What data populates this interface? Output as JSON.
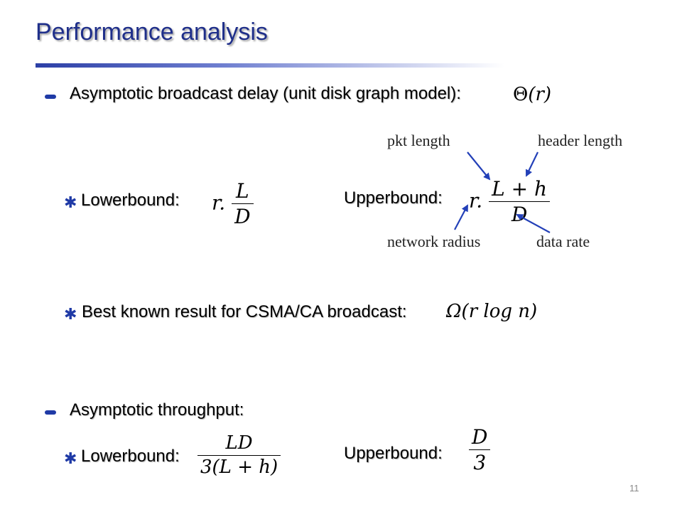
{
  "slide": {
    "title": "Performance analysis",
    "page_number": "11"
  },
  "delay": {
    "heading": "Asymptotic broadcast delay (unit disk graph model):",
    "formula_fn": "Θ",
    "formula_arg": "(r)",
    "lower_label": "Lowerbound:",
    "lower_prefix": "r.",
    "lower_num": "L",
    "lower_den": "D",
    "upper_label": "Upperbound:",
    "upper_prefix": "r.",
    "upper_num": "L + h",
    "upper_den": "D",
    "annotations": {
      "pkt_length": "pkt length",
      "header_length": "header length",
      "network_radius": "network radius",
      "data_rate": "data rate"
    },
    "best_label": "Best known result for CSMA/CA broadcast:",
    "best_formula": "Ω(r log n)"
  },
  "throughput": {
    "heading": "Asymptotic throughput:",
    "lower_label": "Lowerbound:",
    "lower_num": "LD",
    "lower_den": "3(L + h)",
    "upper_label": "Upperbound:",
    "upper_num": "D",
    "upper_den": "3"
  },
  "colors": {
    "title": "#1f2f8a",
    "bullet": "#1f3aa6",
    "arrow": "#2340b8"
  }
}
